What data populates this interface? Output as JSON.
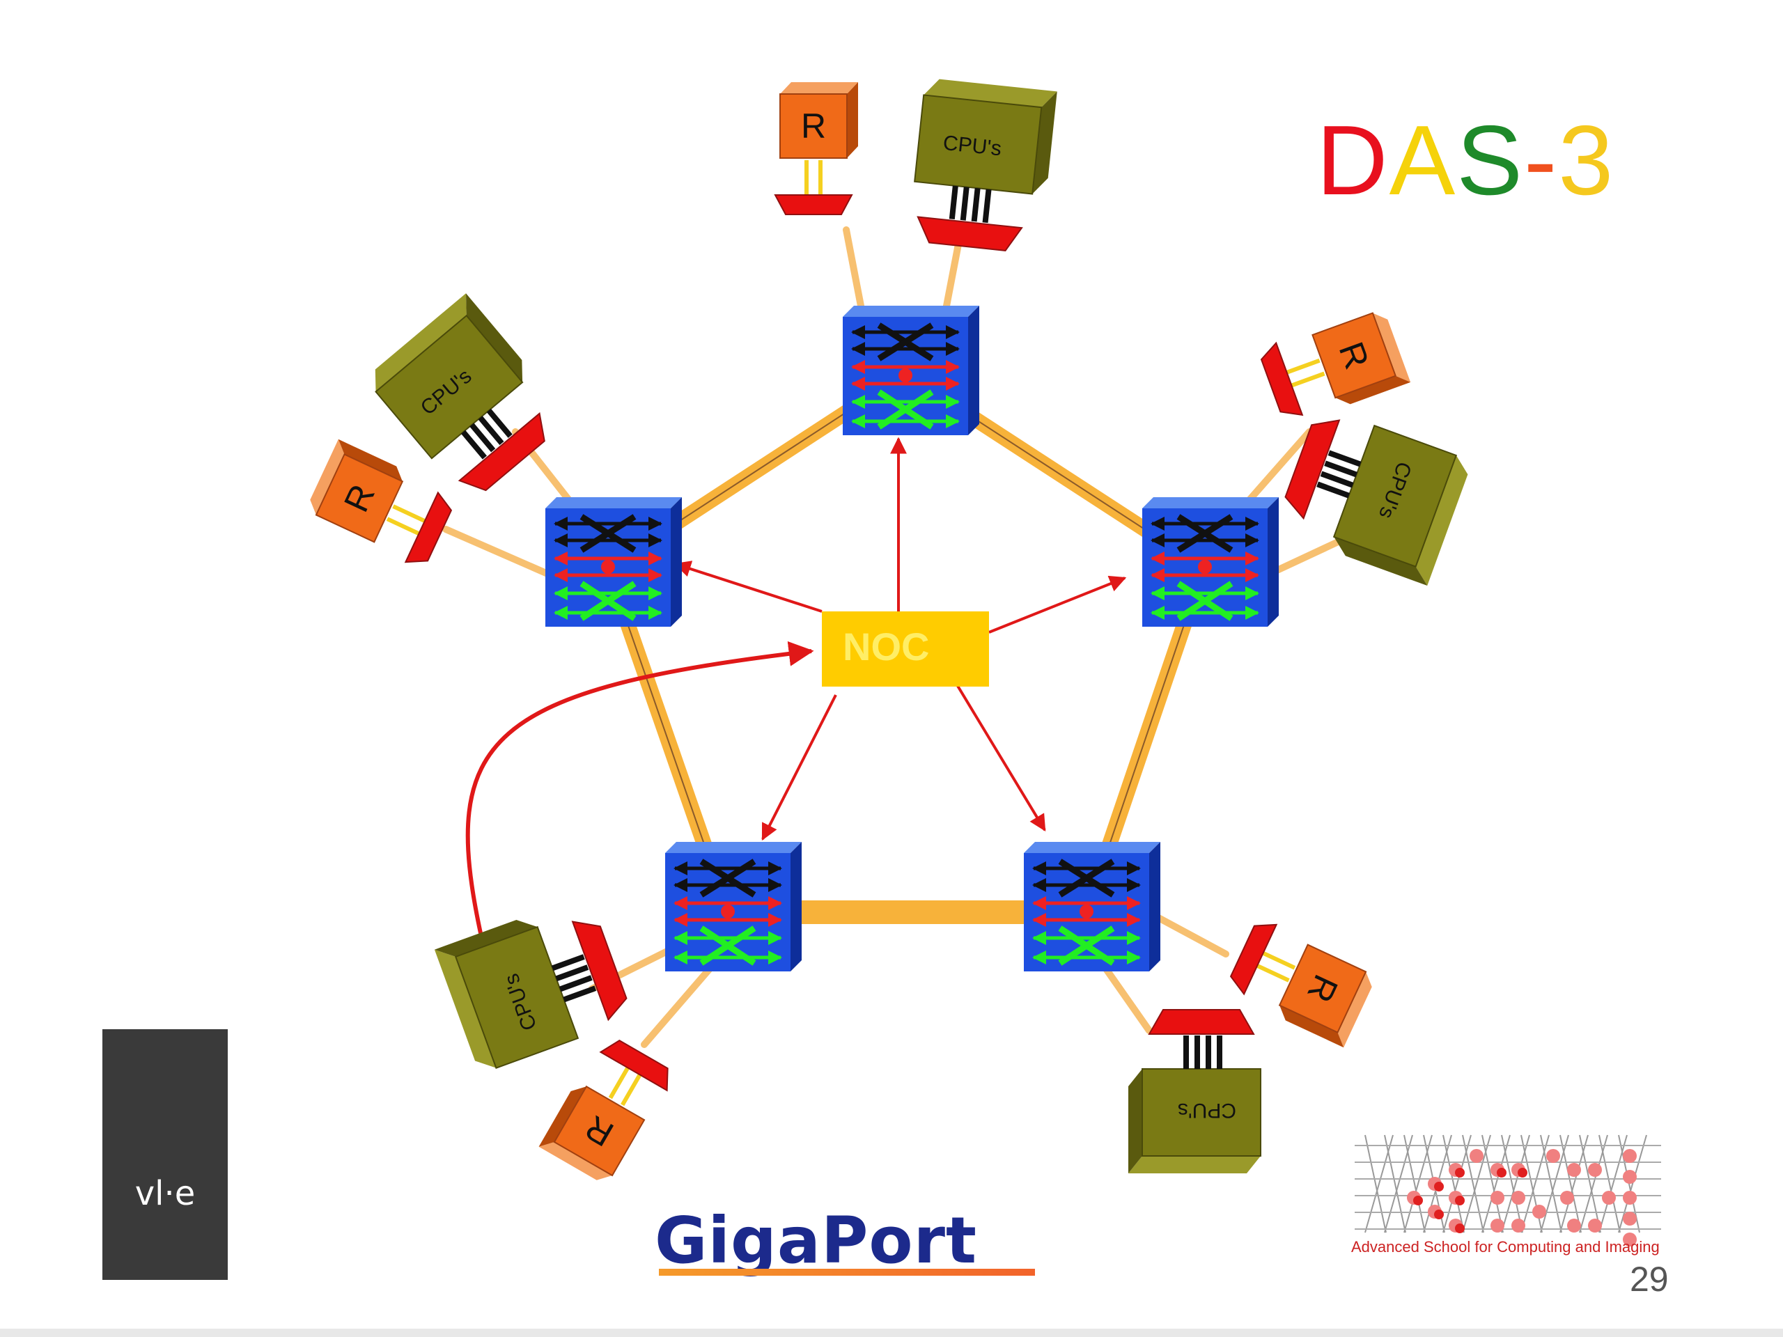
{
  "slide": {
    "title_parts": [
      {
        "text": "D",
        "color": "#e8101e"
      },
      {
        "text": "A",
        "color": "#f5d20a"
      },
      {
        "text": "S",
        "color": "#1e8a2a"
      },
      {
        "text": "-",
        "color": "#f0501e"
      },
      {
        "text": "3",
        "color": "#f5c81e"
      }
    ],
    "page_number": "29"
  },
  "diagram": {
    "center_label": "NOC",
    "cpu_label": "CPU's",
    "router_label": "R",
    "colors": {
      "switch": "#1e4fe0",
      "link": "#f7b23a",
      "arrow": "#e01818",
      "cpu_box": "#7a7a14",
      "router_box": "#f06a18",
      "noc": "#ffcc00"
    }
  },
  "logos": {
    "vle_text": "vl·e",
    "gigaport_text": "GigaPort",
    "asci_caption": "Advanced School for Computing and Imaging"
  }
}
